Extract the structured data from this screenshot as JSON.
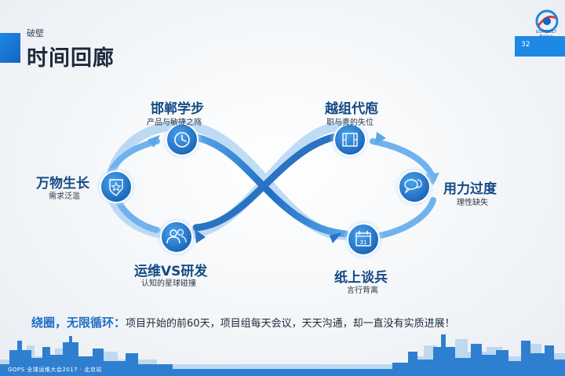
{
  "header": {
    "section_label": "破壁",
    "title": "时间回廊",
    "page_number": "32"
  },
  "logo": {
    "line1": "GOPS2017",
    "line2": "Beijing",
    "brand_color": "#1e88e5"
  },
  "nodes": [
    {
      "title": "邯郸学步",
      "subtitle": "产品与敏捷之殇",
      "icon": "clock-icon"
    },
    {
      "title": "万物生长",
      "subtitle": "需求泛滥",
      "icon": "star-shield-icon"
    },
    {
      "title": "运维VS研发",
      "subtitle": "认知的星球碰撞",
      "icon": "users-icon"
    },
    {
      "title": "越组代庖",
      "subtitle": "职与责的失位",
      "icon": "film-icon"
    },
    {
      "title": "用力过度",
      "subtitle": "理性缺失",
      "icon": "chat-bubbles-icon"
    },
    {
      "title": "纸上谈兵",
      "subtitle": "言行背离",
      "icon": "calendar-icon",
      "icon_text": "31"
    }
  ],
  "summary": {
    "lead": "绕圈，无限循环",
    "separator": "：",
    "text": "项目开始的前60天，项目组每天会议，天天沟通，却一直没有实质进展！"
  },
  "footer": {
    "text": "GOPS 全球运维大会2017 · 北京站"
  },
  "colors": {
    "accent": "#1e88e5",
    "dark_blue": "#154a85",
    "title_text": "#1c2b3a",
    "skyline": "#2f7fd0"
  }
}
